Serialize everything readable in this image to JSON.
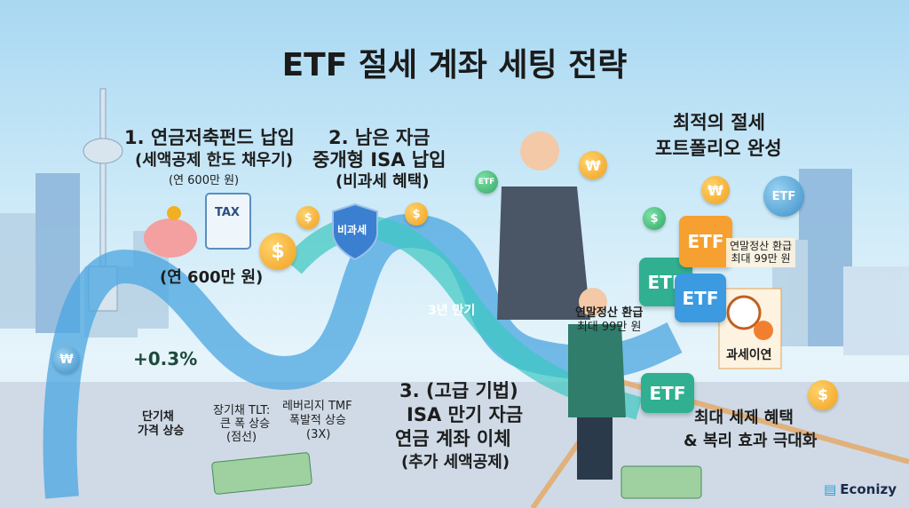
{
  "title": "ETF 절세 계좌 세팅 전략",
  "step1": {
    "heading": "1. 연금저축펀드 납입",
    "sub": "(세액공제 한도 채우기)",
    "note": "(연 600만 원)",
    "road_label": "(연 600만 원)",
    "tax_label": "TAX"
  },
  "step2": {
    "heading_1": "2. 남은 자금",
    "heading_2": "중개형 ISA 납입",
    "sub": "(비과세 혜택)",
    "shield_label": "비과세",
    "maturity": "3년 만기"
  },
  "step3": {
    "line1": "3. (고급 기법)",
    "line2": "ISA 만기 자금",
    "line3": "연금 계좌 이체",
    "sub": "(추가 세액공제)"
  },
  "result": {
    "line1": "최적의 절세",
    "line2": "포트폴리오 완성",
    "refund_1": "연말정산 환급",
    "refund_1_sub": "최대 99만 원",
    "refund_2": "연말정산 환급",
    "refund_2_sub": "최대 99만 원",
    "deferral": "과세이연",
    "final_1": "최대 세제 혜택",
    "final_2": "& 복리 효과 극대화"
  },
  "bonds": {
    "rate": "+0.3%",
    "short_1": "단기채",
    "short_2": "가격 상승",
    "long_1": "장기채 TLT:",
    "long_2": "큰 폭 상승",
    "long_3": "(점선)",
    "lev_1": "레버리지 TMF",
    "lev_2": "폭발적 상승",
    "lev_3": "(3X)"
  },
  "etf_label": "ETF",
  "currency": {
    "won": "₩",
    "dollar": "$"
  },
  "brand": "Econizy",
  "colors": {
    "road": "#4aa6e0",
    "road_teal": "#3cc7c0",
    "coin": "#f0a020",
    "etf_orange": "#f5a030",
    "etf_blue": "#3b9ae0",
    "etf_green": "#30b090"
  }
}
